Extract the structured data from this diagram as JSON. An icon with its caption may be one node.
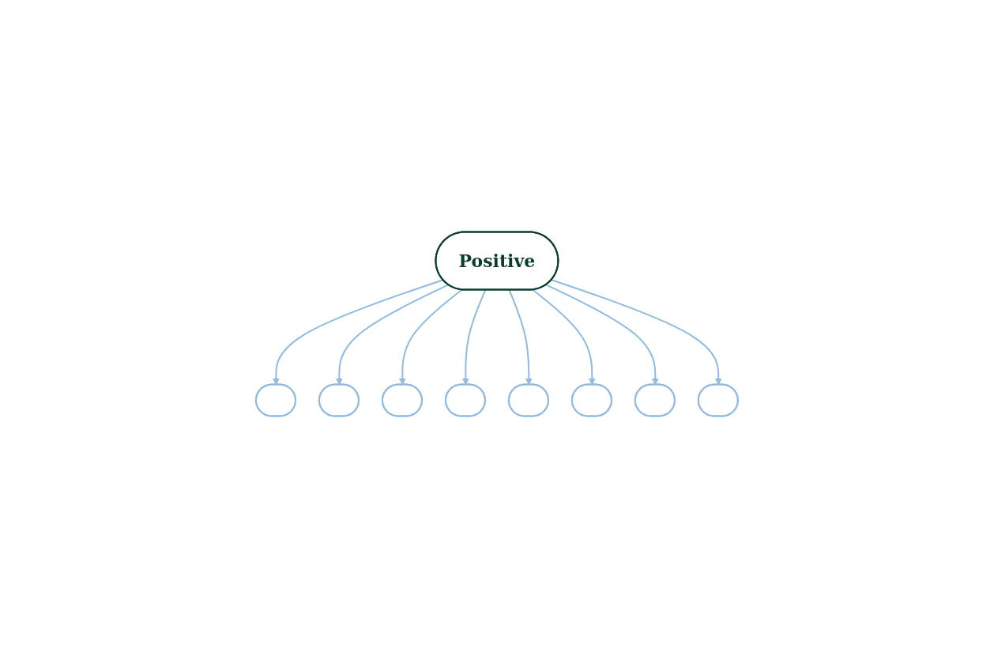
{
  "diagram": {
    "nodes": [
      {
        "text": [
          "Positive"
        ]
      },
      {
        "text": [],
        "shape": "stadium"
      },
      {
        "text": [],
        "shape": "stadium"
      },
      {
        "text": [],
        "shape": "stadium"
      },
      {
        "text": [],
        "shape": "stadium"
      },
      {
        "text": [],
        "shape": "stadium"
      },
      {
        "text": [],
        "shape": "stadium"
      },
      {
        "text": [],
        "shape": "stadium"
      },
      {
        "text": [],
        "shape": "stadium"
      }
    ],
    "edges": [
      {
        "from": 0,
        "to": 1,
        "arrow": "to"
      },
      {
        "from": 0,
        "to": 2,
        "arrow": "to"
      },
      {
        "from": 0,
        "to": 3,
        "arrow": "to"
      },
      {
        "from": 0,
        "to": 4,
        "arrow": "to"
      },
      {
        "from": 0,
        "to": 5,
        "arrow": "to"
      },
      {
        "from": 0,
        "to": 6,
        "arrow": "to"
      },
      {
        "from": 0,
        "to": 7,
        "arrow": "to"
      },
      {
        "from": 0,
        "to": 8,
        "arrow": "to"
      }
    ]
  }
}
